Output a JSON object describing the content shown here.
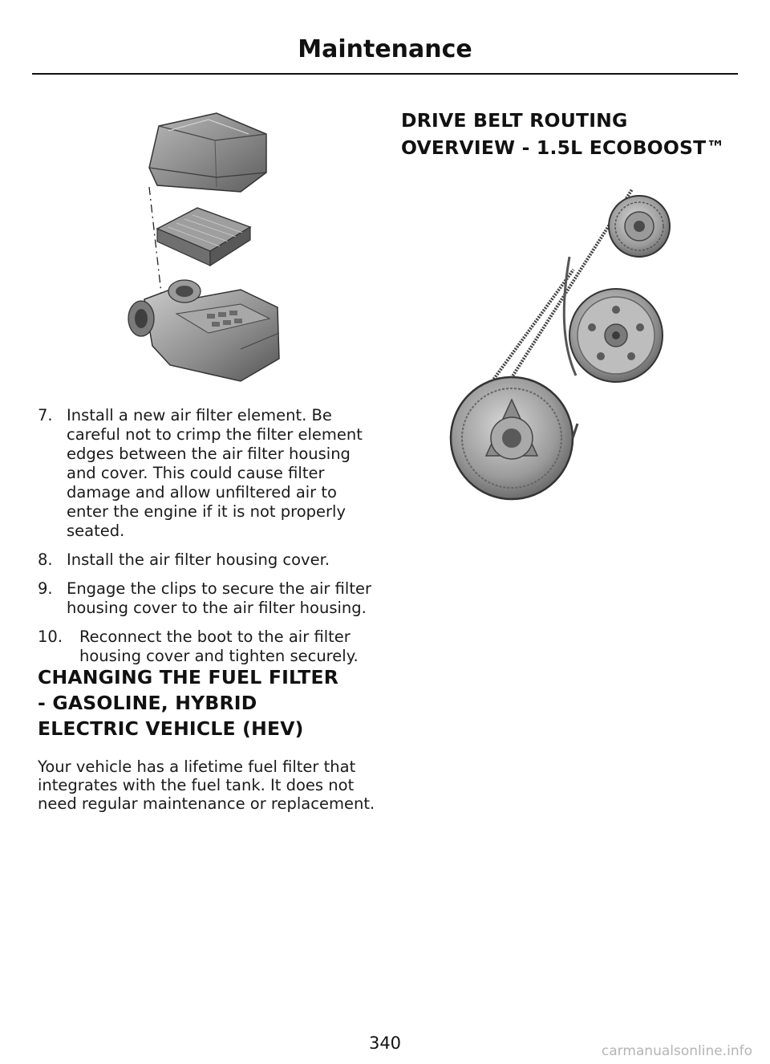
{
  "header": {
    "title": "Maintenance"
  },
  "left_column": {
    "steps": [
      {
        "num": "7.",
        "text": "Install a new air filter element.  Be careful not to crimp the filter element edges between the air filter housing and cover.  This could cause filter damage and allow unfiltered air to enter the engine if it is not properly seated."
      },
      {
        "num": "8.",
        "text": "Install the air filter housing cover."
      },
      {
        "num": "9.",
        "text": "Engage the clips to secure the air filter housing cover to the air filter housing."
      },
      {
        "num": "10.",
        "text": "Reconnect the boot to the air filter housing cover and tighten securely."
      }
    ],
    "fuel_filter_heading": {
      "line1": "CHANGING THE FUEL FILTER",
      "line2": "- GASOLINE, HYBRID",
      "line3": "ELECTRIC VEHICLE (HEV)"
    },
    "fuel_filter_body": {
      "line1": "Your vehicle has a lifetime fuel filter that",
      "line2": "integrates with the fuel tank. It does not",
      "line3": "need regular maintenance or replacement."
    }
  },
  "right_column": {
    "drive_belt_heading": {
      "line1": "DRIVE BELT ROUTING",
      "line2": "OVERVIEW - 1.5L ECOBOOST™"
    }
  },
  "footer": {
    "page_number": "340",
    "watermark": "carmanualsonline.info"
  }
}
